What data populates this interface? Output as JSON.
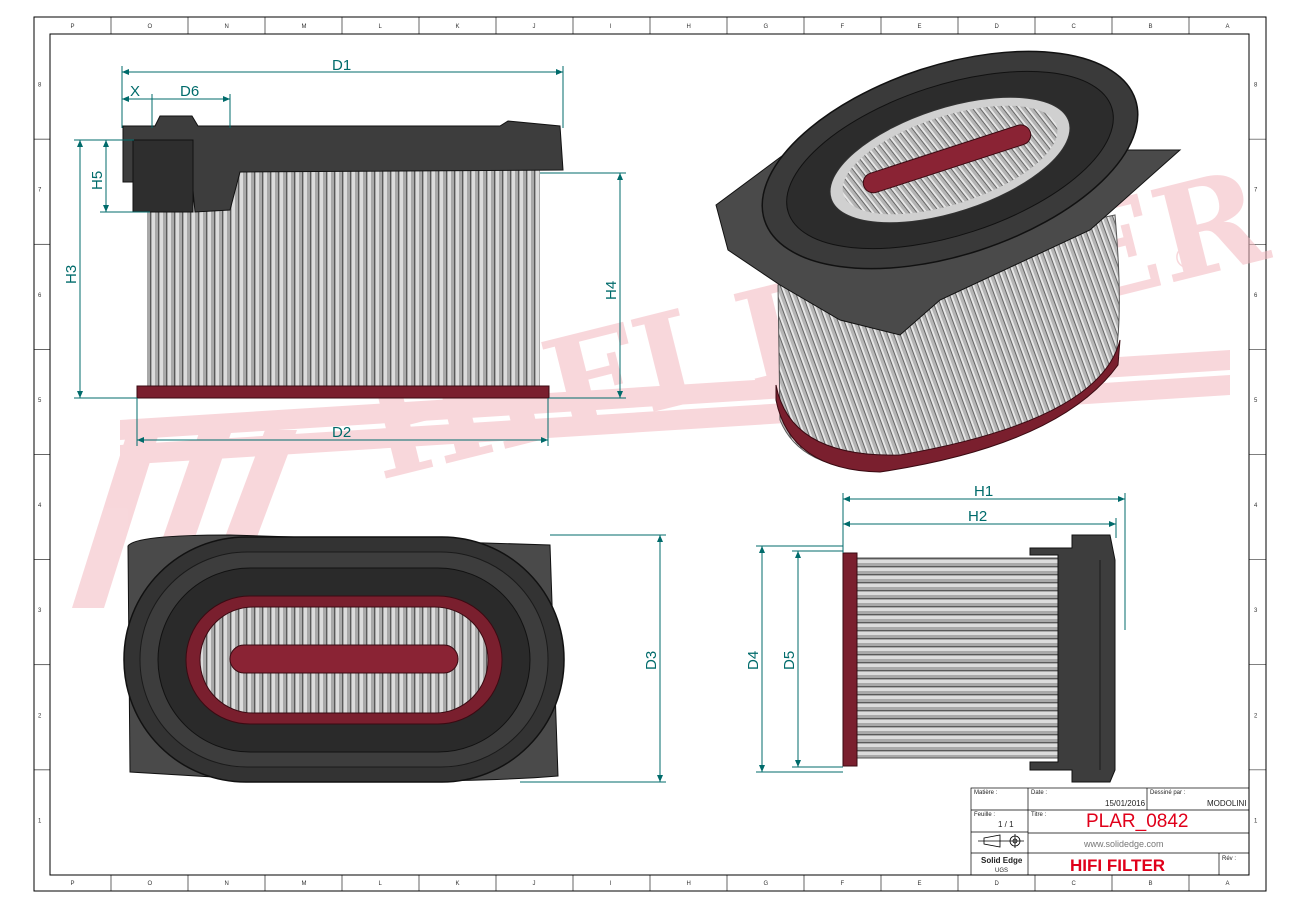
{
  "dimensions": {
    "d1": "D1",
    "d2": "D2",
    "d3": "D3",
    "d4": "D4",
    "d5": "D5",
    "d6": "D6",
    "h1": "H1",
    "h2": "H2",
    "h3": "H3",
    "h4": "H4",
    "h5": "H5",
    "x": "X"
  },
  "watermark": {
    "text": "HIFI FILTER",
    "registered": "®"
  },
  "zones": {
    "top": [
      "P",
      "O",
      "N",
      "M",
      "L",
      "K",
      "J",
      "I",
      "H",
      "G",
      "F",
      "E",
      "D",
      "C",
      "B",
      "A"
    ],
    "side": [
      "8",
      "7",
      "6",
      "5",
      "4",
      "3",
      "2",
      "1"
    ]
  },
  "title_block": {
    "matiere_label": "Matière :",
    "date_label": "Date :",
    "date_value": "15/01/2016",
    "dessine_label": "Dessiné par :",
    "dessine_value": "MODOLINI",
    "feuille_label": "Feuille :",
    "feuille_value": "1 / 1",
    "titre_label": "Titre :",
    "titre_value": "PLAR_0842",
    "website": "www.solidedge.com",
    "software": "Solid Edge",
    "software_sub": "UGS",
    "company": "HIFI FILTER",
    "rev_label": "Rév :"
  },
  "colors": {
    "dimension": "#006b6b",
    "gasket": "#7a1f2e",
    "housing": "#3a3a3a",
    "pleats": "#9a9a9a",
    "watermark": "#f3b8bf",
    "title_red": "#e0001a"
  }
}
